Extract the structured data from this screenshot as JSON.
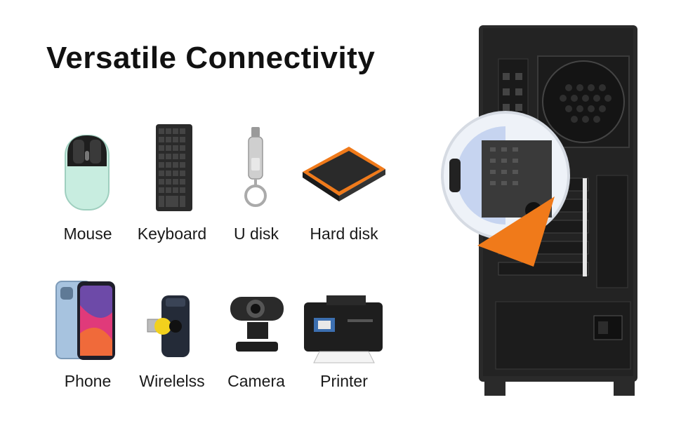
{
  "title": "Versatile Connectivity",
  "devices": [
    {
      "label": "Mouse",
      "icon": "mouse-icon"
    },
    {
      "label": "Keyboard",
      "icon": "keyboard-icon"
    },
    {
      "label": "U disk",
      "icon": "usb-drive-icon"
    },
    {
      "label": "Hard disk",
      "icon": "hard-disk-icon"
    },
    {
      "label": "Phone",
      "icon": "phone-icon"
    },
    {
      "label": "Wirelelss",
      "icon": "wireless-dongle-icon"
    },
    {
      "label": "Camera",
      "icon": "webcam-icon"
    },
    {
      "label": "Printer",
      "icon": "printer-icon"
    }
  ],
  "colors": {
    "accent": "#f07a1a",
    "case": "#2a2a2a",
    "mouse": "#c8ede0"
  }
}
